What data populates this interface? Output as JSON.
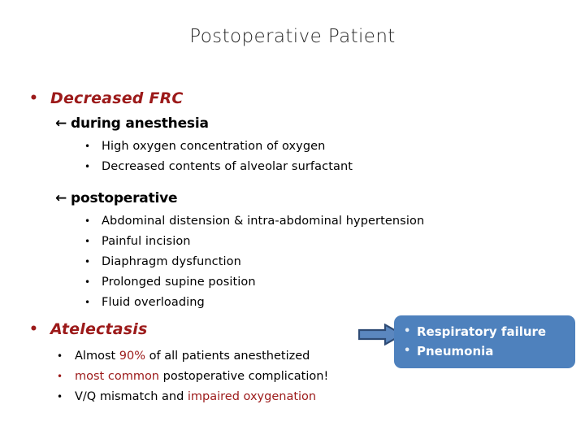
{
  "slide": {
    "title": "Postoperative Patient",
    "background_color": "#FFFFFF",
    "accent_red": "#9C1A1A",
    "accent_blue": "#4E81BD",
    "arrow_outline": "#2E4B75"
  },
  "sections": [
    {
      "heading": "Decreased FRC",
      "bullet_glyph": "•",
      "groups": [
        {
          "lead_glyph": "←",
          "label": "during anesthesia",
          "items": [
            "High oxygen concentration of oxygen",
            "Decreased contents of alveolar surfactant"
          ]
        },
        {
          "lead_glyph": "←",
          "label": "postoperative",
          "items": [
            "Abdominal distension & intra-abdominal hypertension",
            "Painful incision",
            "Diaphragm dysfunction",
            "Prolonged supine position",
            "Fluid overloading"
          ]
        }
      ]
    },
    {
      "heading": "Atelectasis",
      "bullet_glyph": "•",
      "sub_items": [
        {
          "bullet_color": "black",
          "parts": [
            {
              "text": "Almost ",
              "color": "black"
            },
            {
              "text": "90%",
              "color": "red"
            },
            {
              "text": " of all patients anesthetized",
              "color": "black"
            }
          ]
        },
        {
          "bullet_color": "red",
          "parts": [
            {
              "text": "most common",
              "color": "red"
            },
            {
              "text": " postoperative complication!",
              "color": "black"
            }
          ]
        },
        {
          "bullet_color": "black",
          "parts": [
            {
              "text": "V/Q mismatch and ",
              "color": "black"
            },
            {
              "text": "impaired oxygenation",
              "color": "red"
            }
          ]
        }
      ]
    }
  ],
  "callout": {
    "bullet_glyph": "•",
    "items": [
      "Respiratory failure",
      "Pneumonia"
    ]
  },
  "sub_bullet_glyph": "•"
}
